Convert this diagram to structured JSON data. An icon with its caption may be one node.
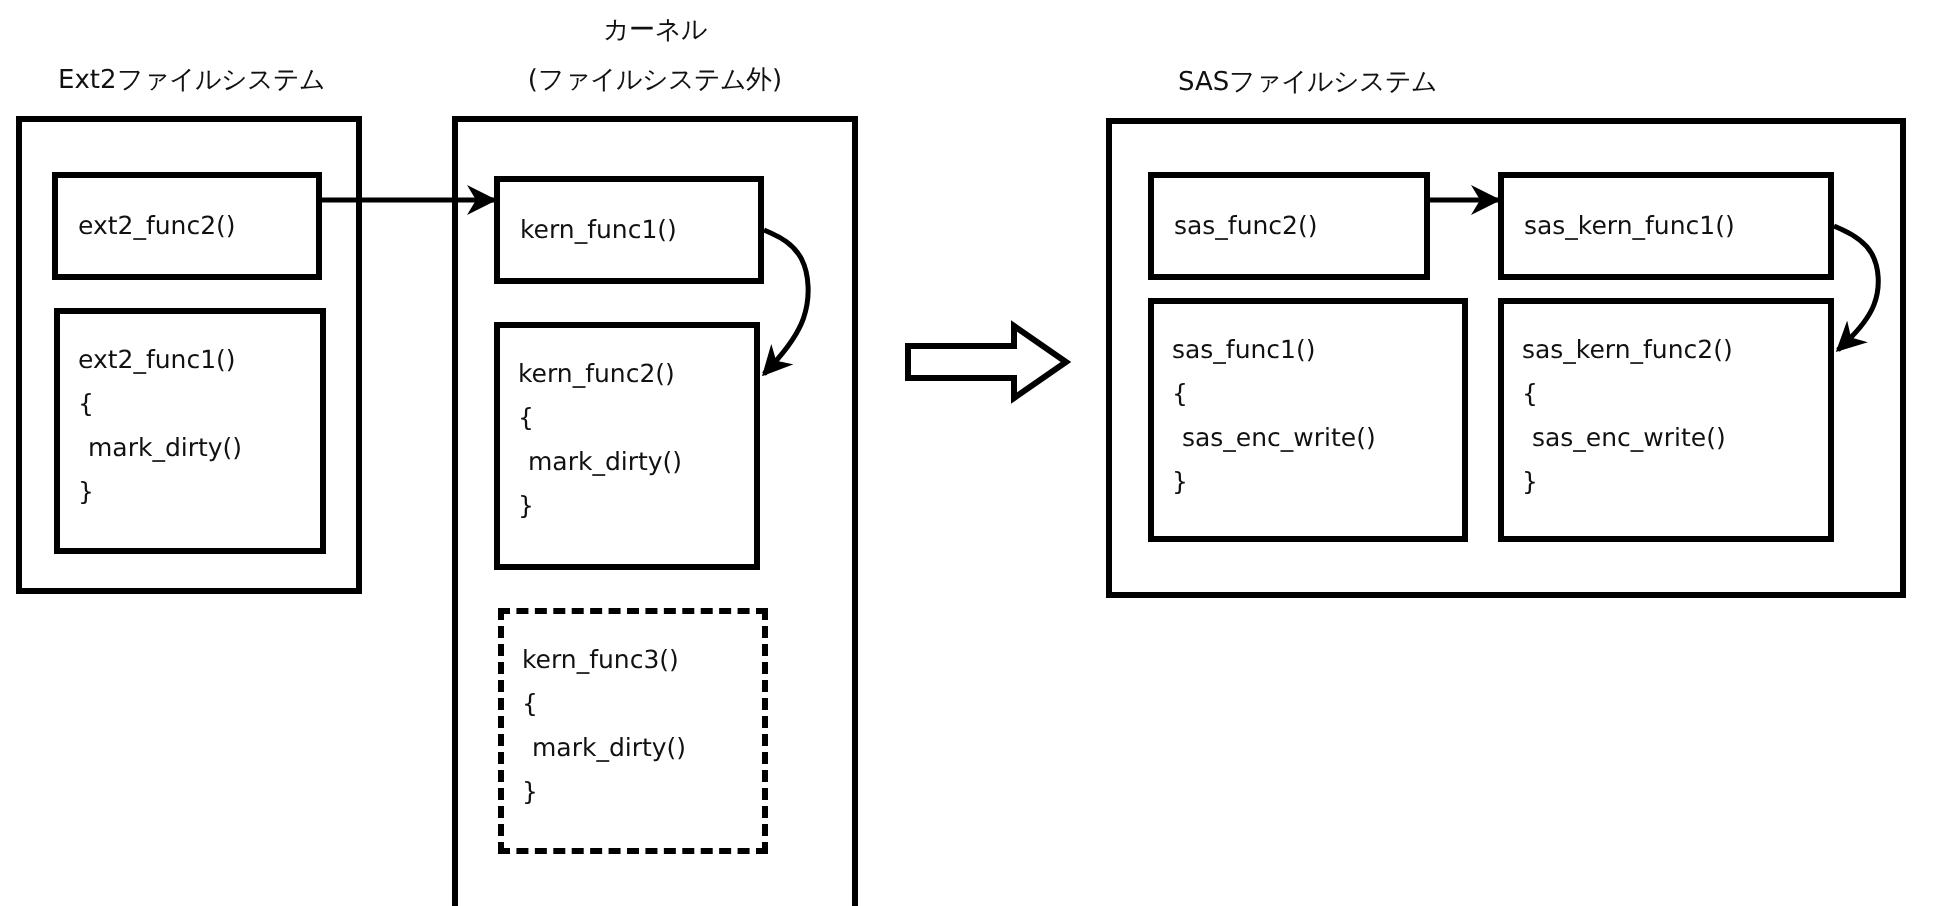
{
  "diagram": {
    "nodes": [
      {
        "text": [
          "Ext2ファイルシステム"
        ]
      },
      {
        "text": [
          "ext2_func2()"
        ],
        "in": 0
      },
      {
        "text": [
          "ext2_func1()",
          "{",
          "mark_dirty()",
          "}"
        ],
        "in": 0
      },
      {
        "text": [
          "カーネル",
          "(ファイルシステム外)"
        ]
      },
      {
        "text": [
          "kern_func1()"
        ],
        "in": 3
      },
      {
        "text": [
          "kern_func2()",
          "{",
          "mark_dirty()",
          "}"
        ],
        "in": 3
      },
      {
        "text": [
          "kern_func3()",
          "{",
          "mark_dirty()",
          "}"
        ],
        "in": 3
      },
      {
        "text": [
          "SASファイルシステム"
        ]
      },
      {
        "text": [
          "sas_func2()"
        ],
        "in": 7
      },
      {
        "text": [
          "sas_kern_func1()"
        ],
        "in": 7
      },
      {
        "text": [
          "sas_func1()",
          "{",
          "sas_enc_write()",
          "}"
        ],
        "in": 7
      },
      {
        "text": [
          "sas_kern_func2()",
          "{",
          "sas_enc_write()",
          "}"
        ],
        "in": 7
      }
    ],
    "edges": [
      {
        "from": 1,
        "to": 4,
        "arrow": "to"
      },
      {
        "from": 4,
        "to": 5,
        "arrow": "to"
      },
      {
        "from": 3,
        "to": 7,
        "arrow": "to",
        "style": "thick"
      },
      {
        "from": 8,
        "to": 9,
        "arrow": "to"
      },
      {
        "from": 9,
        "to": 11,
        "arrow": "to"
      }
    ]
  }
}
